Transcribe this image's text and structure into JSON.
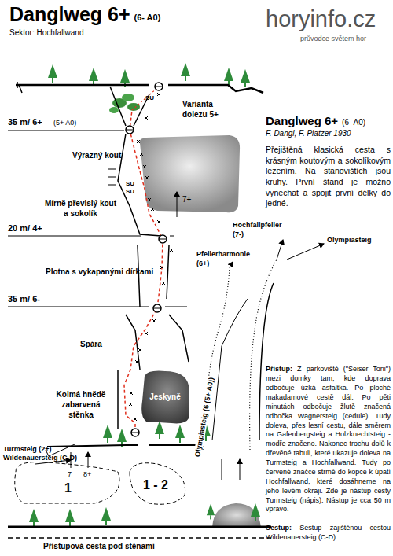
{
  "diagram": {
    "title": "Danglweg 6+",
    "nodes": [
      {
        "text": [
          "Jeskyně"
        ]
      }
    ],
    "edges": [],
    "labels": [
      "(6- A0)",
      "Sektor: Hochfallwand",
      "horyinfo.cz",
      "průvodce světem hor",
      "SU",
      "Varianta dolezu 5+",
      "35 m/ 6+",
      "(5+ A0)",
      "Výrazný kout",
      "SU",
      "SU",
      "Mírně převislý kout a sokolík",
      "7+",
      "20 m/ 4+",
      "Plotna s vykapanými dírkami",
      "35 m/ 6-",
      "Spára",
      "Kolmá hnědě zabarvená stěnka",
      "Turmsteig (2+)",
      "Wildenauersteig (C-D)",
      "7",
      "8+",
      "1",
      "1 - 2",
      "Přístupová cesta pod stěnami",
      "Hochfallpfeiler (7-)",
      "Olympiasteig",
      "Pfeilerharmonie (6+)",
      "Olympiasteig (6 (5+ A0))",
      "Danglweg 6+",
      "(6- A0)",
      "F. Dangl, F. Platzer 1930",
      "Přejištěná klasická cesta s krásným koutovým a sokolíkovým lezením. Na stanovištích jsou kruhy. První štand je možno vynechat a spojit první délky do jedné.",
      "Přístup:",
      "Z parkoviště (\"Seiser Toni\") mezi domky tam, kde doprava odbočuje úzká asfaltka. Po ploché makadamové cestě dál. Po pěti minutách odbočuje žlutě značená odbočka Wagnersteig (cedule). Tudy doleva, přes lesní cestu, dále směrem na Gafenbergsteig a Holzknechtsteig - modře značeno. Nakonec trochu dolů k dřevěné tabuli, které ukazuje doleva na Turmsteig a Hochfallwand. Tudy po červené značce strmě do kopce k úpatí Hochfallwand, které dosáhneme na jeho levém okraji. Zde je nástup cesty Turmsteig (nápis). Nástup je cca 50 m vpravo.",
      "Sestup:",
      "Sestup zajištěnou cestou Wildenauersteig (C-D)"
    ]
  }
}
